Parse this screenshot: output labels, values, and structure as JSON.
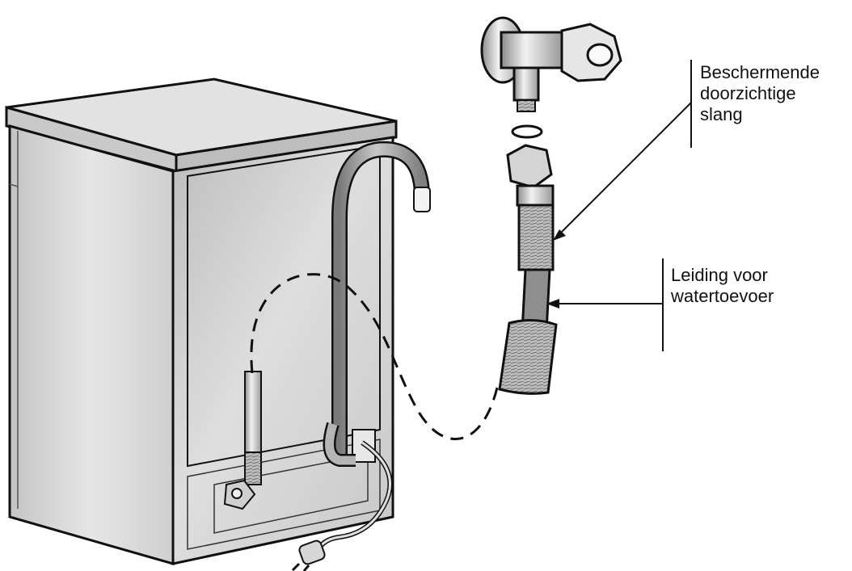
{
  "labels": {
    "protective_hose": {
      "line1": "Beschermende",
      "line2": "doorzichtige",
      "line3": "slang"
    },
    "water_supply": {
      "line1": "Leiding voor",
      "line2": "watertoevoer"
    }
  },
  "colors": {
    "ink": "#111111",
    "body_fill": "#d9d9d9",
    "body_light": "#ececec",
    "body_dark": "#b8b8b8",
    "hose_fill": "#9a9a9a"
  },
  "icons": [
    "dishwasher-body",
    "water-tap",
    "inlet-hose",
    "drain-hose",
    "power-plug"
  ]
}
